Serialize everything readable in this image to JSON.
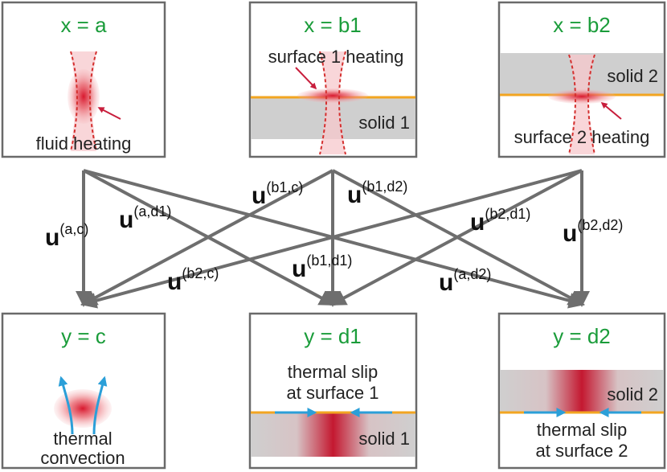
{
  "colors": {
    "title": "#1a9c3a",
    "heat": "#d8182e",
    "interface": "#f2a521",
    "flow_arrow": "#2b9fd8",
    "connector": "#6e6e6e",
    "solid": "#cfcfcf"
  },
  "inputs": [
    {
      "id": "a",
      "title": "x = a",
      "caption": "fluid heating"
    },
    {
      "id": "b1",
      "title": "x = b1",
      "caption": "surface 1 heating",
      "solid": "solid 1"
    },
    {
      "id": "b2",
      "title": "x = b2",
      "caption": "surface 2 heating",
      "solid": "solid 2"
    }
  ],
  "outputs": [
    {
      "id": "c",
      "title": "y = c",
      "caption_line1": "thermal",
      "caption_line2": "convection"
    },
    {
      "id": "d1",
      "title": "y = d1",
      "caption_line1": "thermal slip",
      "caption_line2": "at surface 1",
      "solid": "solid 1"
    },
    {
      "id": "d2",
      "title": "y = d2",
      "caption_line1": "thermal slip",
      "caption_line2": "at surface 2",
      "solid": "solid 2"
    }
  ],
  "edges": [
    {
      "from": "a",
      "to": "c",
      "symbol": "u",
      "label": "(a,c)"
    },
    {
      "from": "a",
      "to": "d1",
      "symbol": "u",
      "label": "(a,d1)"
    },
    {
      "from": "a",
      "to": "d2",
      "symbol": "u",
      "label": "(a,d2)"
    },
    {
      "from": "b1",
      "to": "c",
      "symbol": "u",
      "label": "(b1,c)"
    },
    {
      "from": "b1",
      "to": "d1",
      "symbol": "u",
      "label": "(b1,d1)"
    },
    {
      "from": "b1",
      "to": "d2",
      "symbol": "u",
      "label": "(b1,d2)"
    },
    {
      "from": "b2",
      "to": "c",
      "symbol": "u",
      "label": "(b2,c)"
    },
    {
      "from": "b2",
      "to": "d1",
      "symbol": "u",
      "label": "(b2,d1)"
    },
    {
      "from": "b2",
      "to": "d2",
      "symbol": "u",
      "label": "(b2,d2)"
    }
  ]
}
